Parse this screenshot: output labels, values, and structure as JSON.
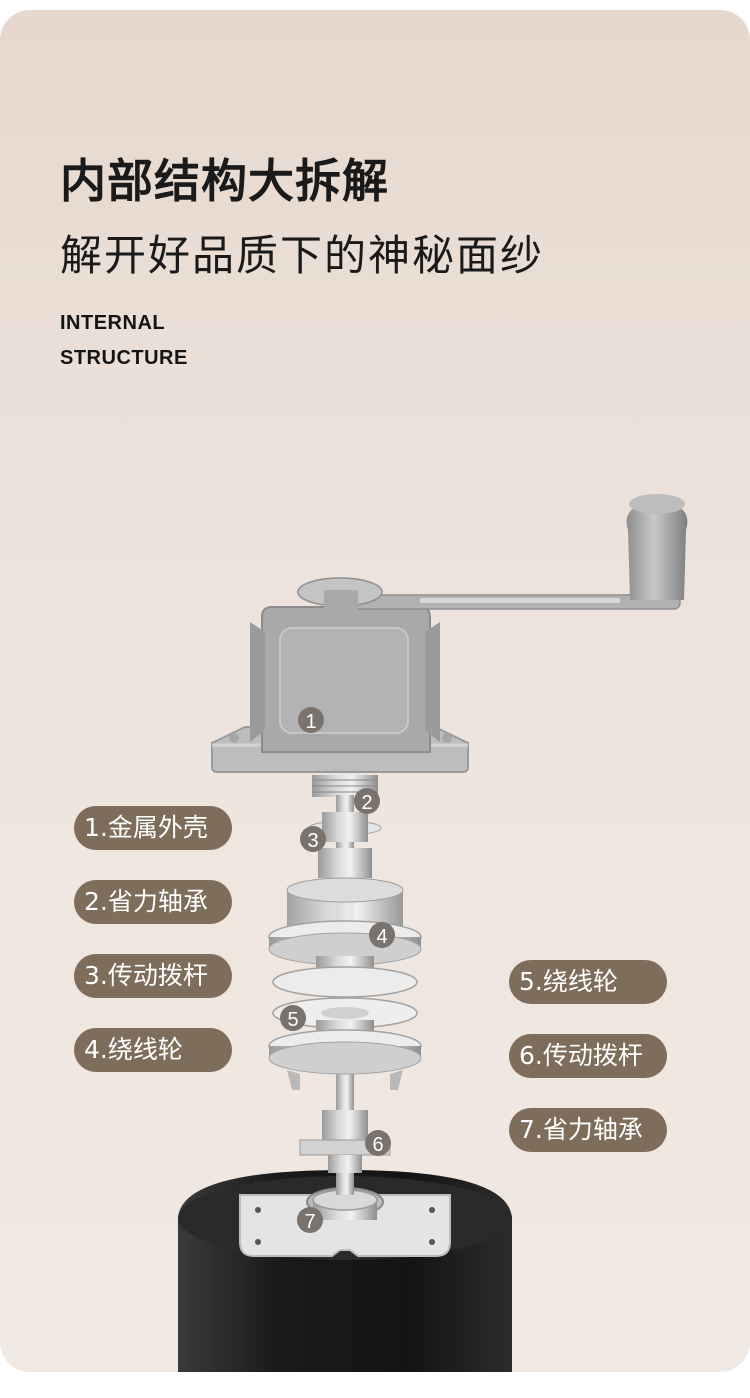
{
  "headline": "内部结构大拆解",
  "subheadline": "解开好品质下的神秘面纱",
  "english_title": {
    "line1": "INTERNAL",
    "line2": "STRUCTURE"
  },
  "left_labels": [
    "1.金属外壳",
    "2.省力轴承",
    "3.传动拨杆",
    "4.绕线轮"
  ],
  "right_labels": [
    "5.绕线轮",
    "6.传动拨杆",
    "7.省力轴承"
  ],
  "markers": [
    "1",
    "2",
    "3",
    "4",
    "5",
    "6",
    "7"
  ],
  "colors": {
    "tag": "#7d6d5a",
    "marker": "#7a726c",
    "body": "#1e1e1e",
    "metal": "#c9c9c9"
  }
}
